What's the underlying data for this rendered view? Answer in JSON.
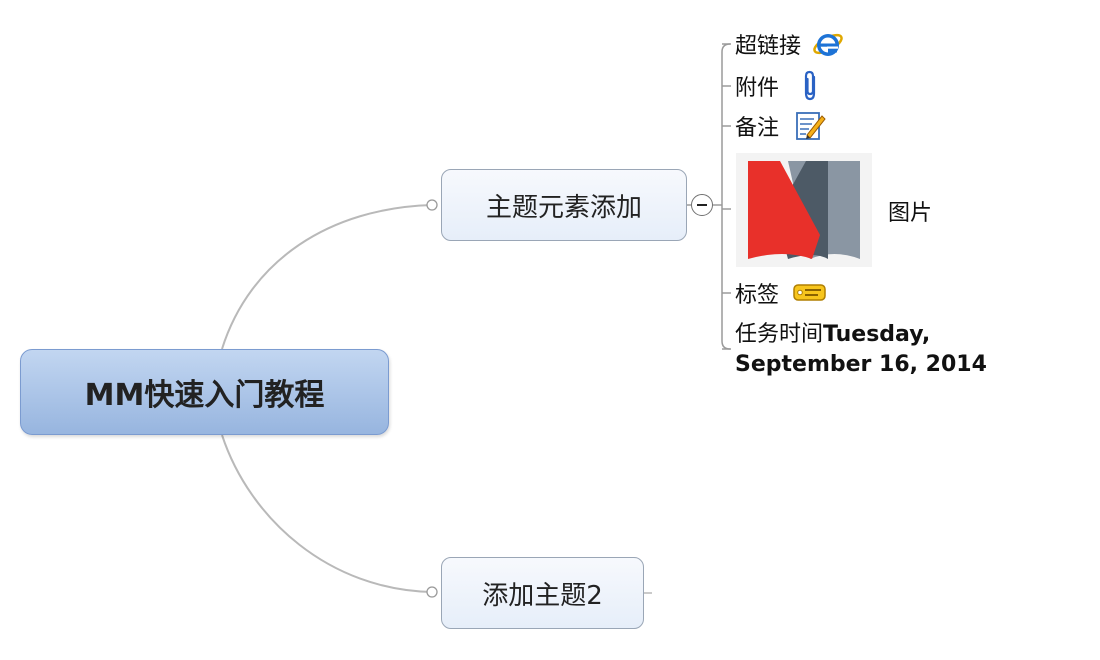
{
  "central": {
    "label": "MM快速入门教程"
  },
  "topics": [
    {
      "label": "主题元素添加",
      "subtopics": [
        {
          "label": "超链接",
          "icon": "internet-explorer-icon"
        },
        {
          "label": "附件",
          "icon": "paperclip-icon"
        },
        {
          "label": "备注",
          "icon": "note-pencil-icon"
        },
        {
          "label": "图片",
          "icon": "mindmanager-logo-image"
        },
        {
          "label": "标签",
          "icon": "tag-icon"
        },
        {
          "label": "任务时间",
          "value": "Tuesday, September 16, 2014"
        }
      ]
    },
    {
      "label": "添加主题2"
    }
  ],
  "colors": {
    "central_fill": "#9fbbe3",
    "topic_fill": "#e8eff9",
    "connector": "#b7b7b7",
    "logo_red": "#e8302a",
    "logo_slate": "#4d5a66",
    "logo_gray": "#8a96a3"
  }
}
